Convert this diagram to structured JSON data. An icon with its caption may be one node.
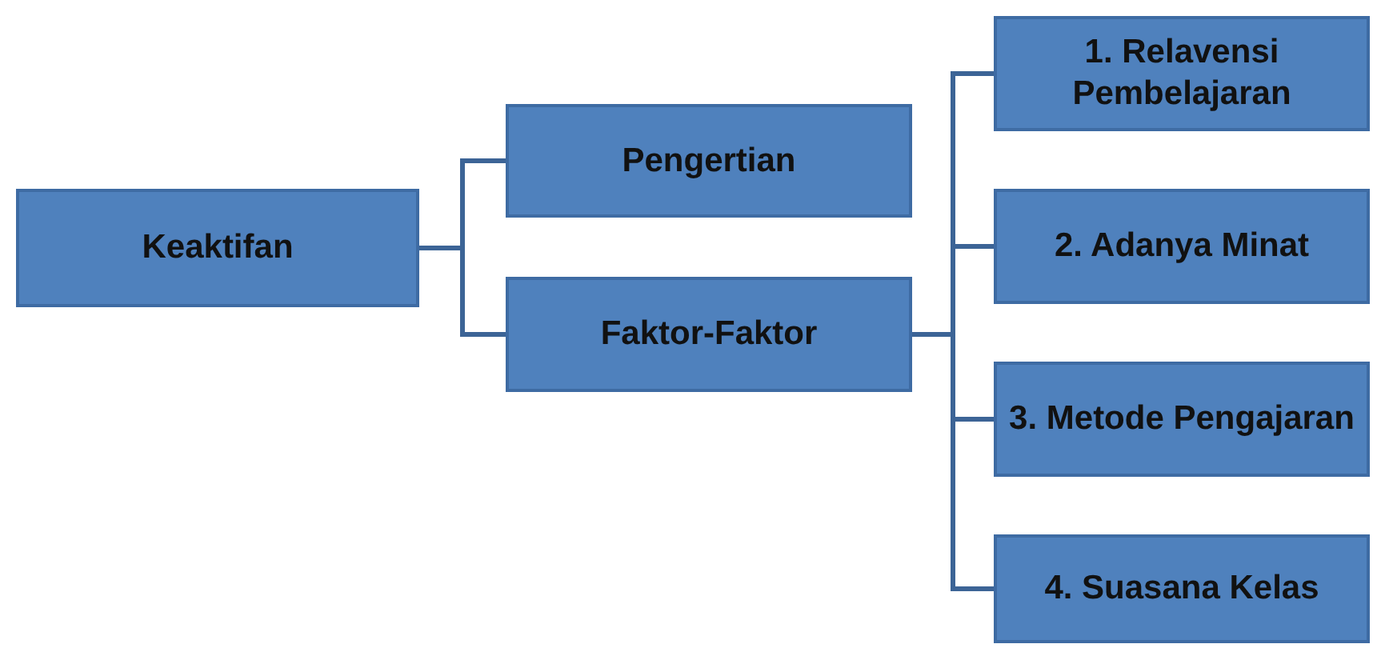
{
  "diagram": {
    "nodes": [
      {
        "text": [
          "Keaktifan"
        ]
      },
      {
        "text": [
          "Pengertian"
        ]
      },
      {
        "text": [
          "Faktor-Faktor"
        ]
      },
      {
        "text": [
          "1. Relavensi Pembelajaran"
        ]
      },
      {
        "text": [
          "2. Adanya Minat"
        ]
      },
      {
        "text": [
          "3. Metode Pengajaran"
        ]
      },
      {
        "text": [
          "4. Suasana Kelas"
        ]
      }
    ],
    "edges": [
      {
        "from": 0,
        "to": 1,
        "arrow": "none"
      },
      {
        "from": 0,
        "to": 2,
        "arrow": "none"
      },
      {
        "from": 2,
        "to": 3,
        "arrow": "none"
      },
      {
        "from": 2,
        "to": 4,
        "arrow": "none"
      },
      {
        "from": 2,
        "to": 5,
        "arrow": "none"
      },
      {
        "from": 2,
        "to": 6,
        "arrow": "none"
      }
    ]
  }
}
